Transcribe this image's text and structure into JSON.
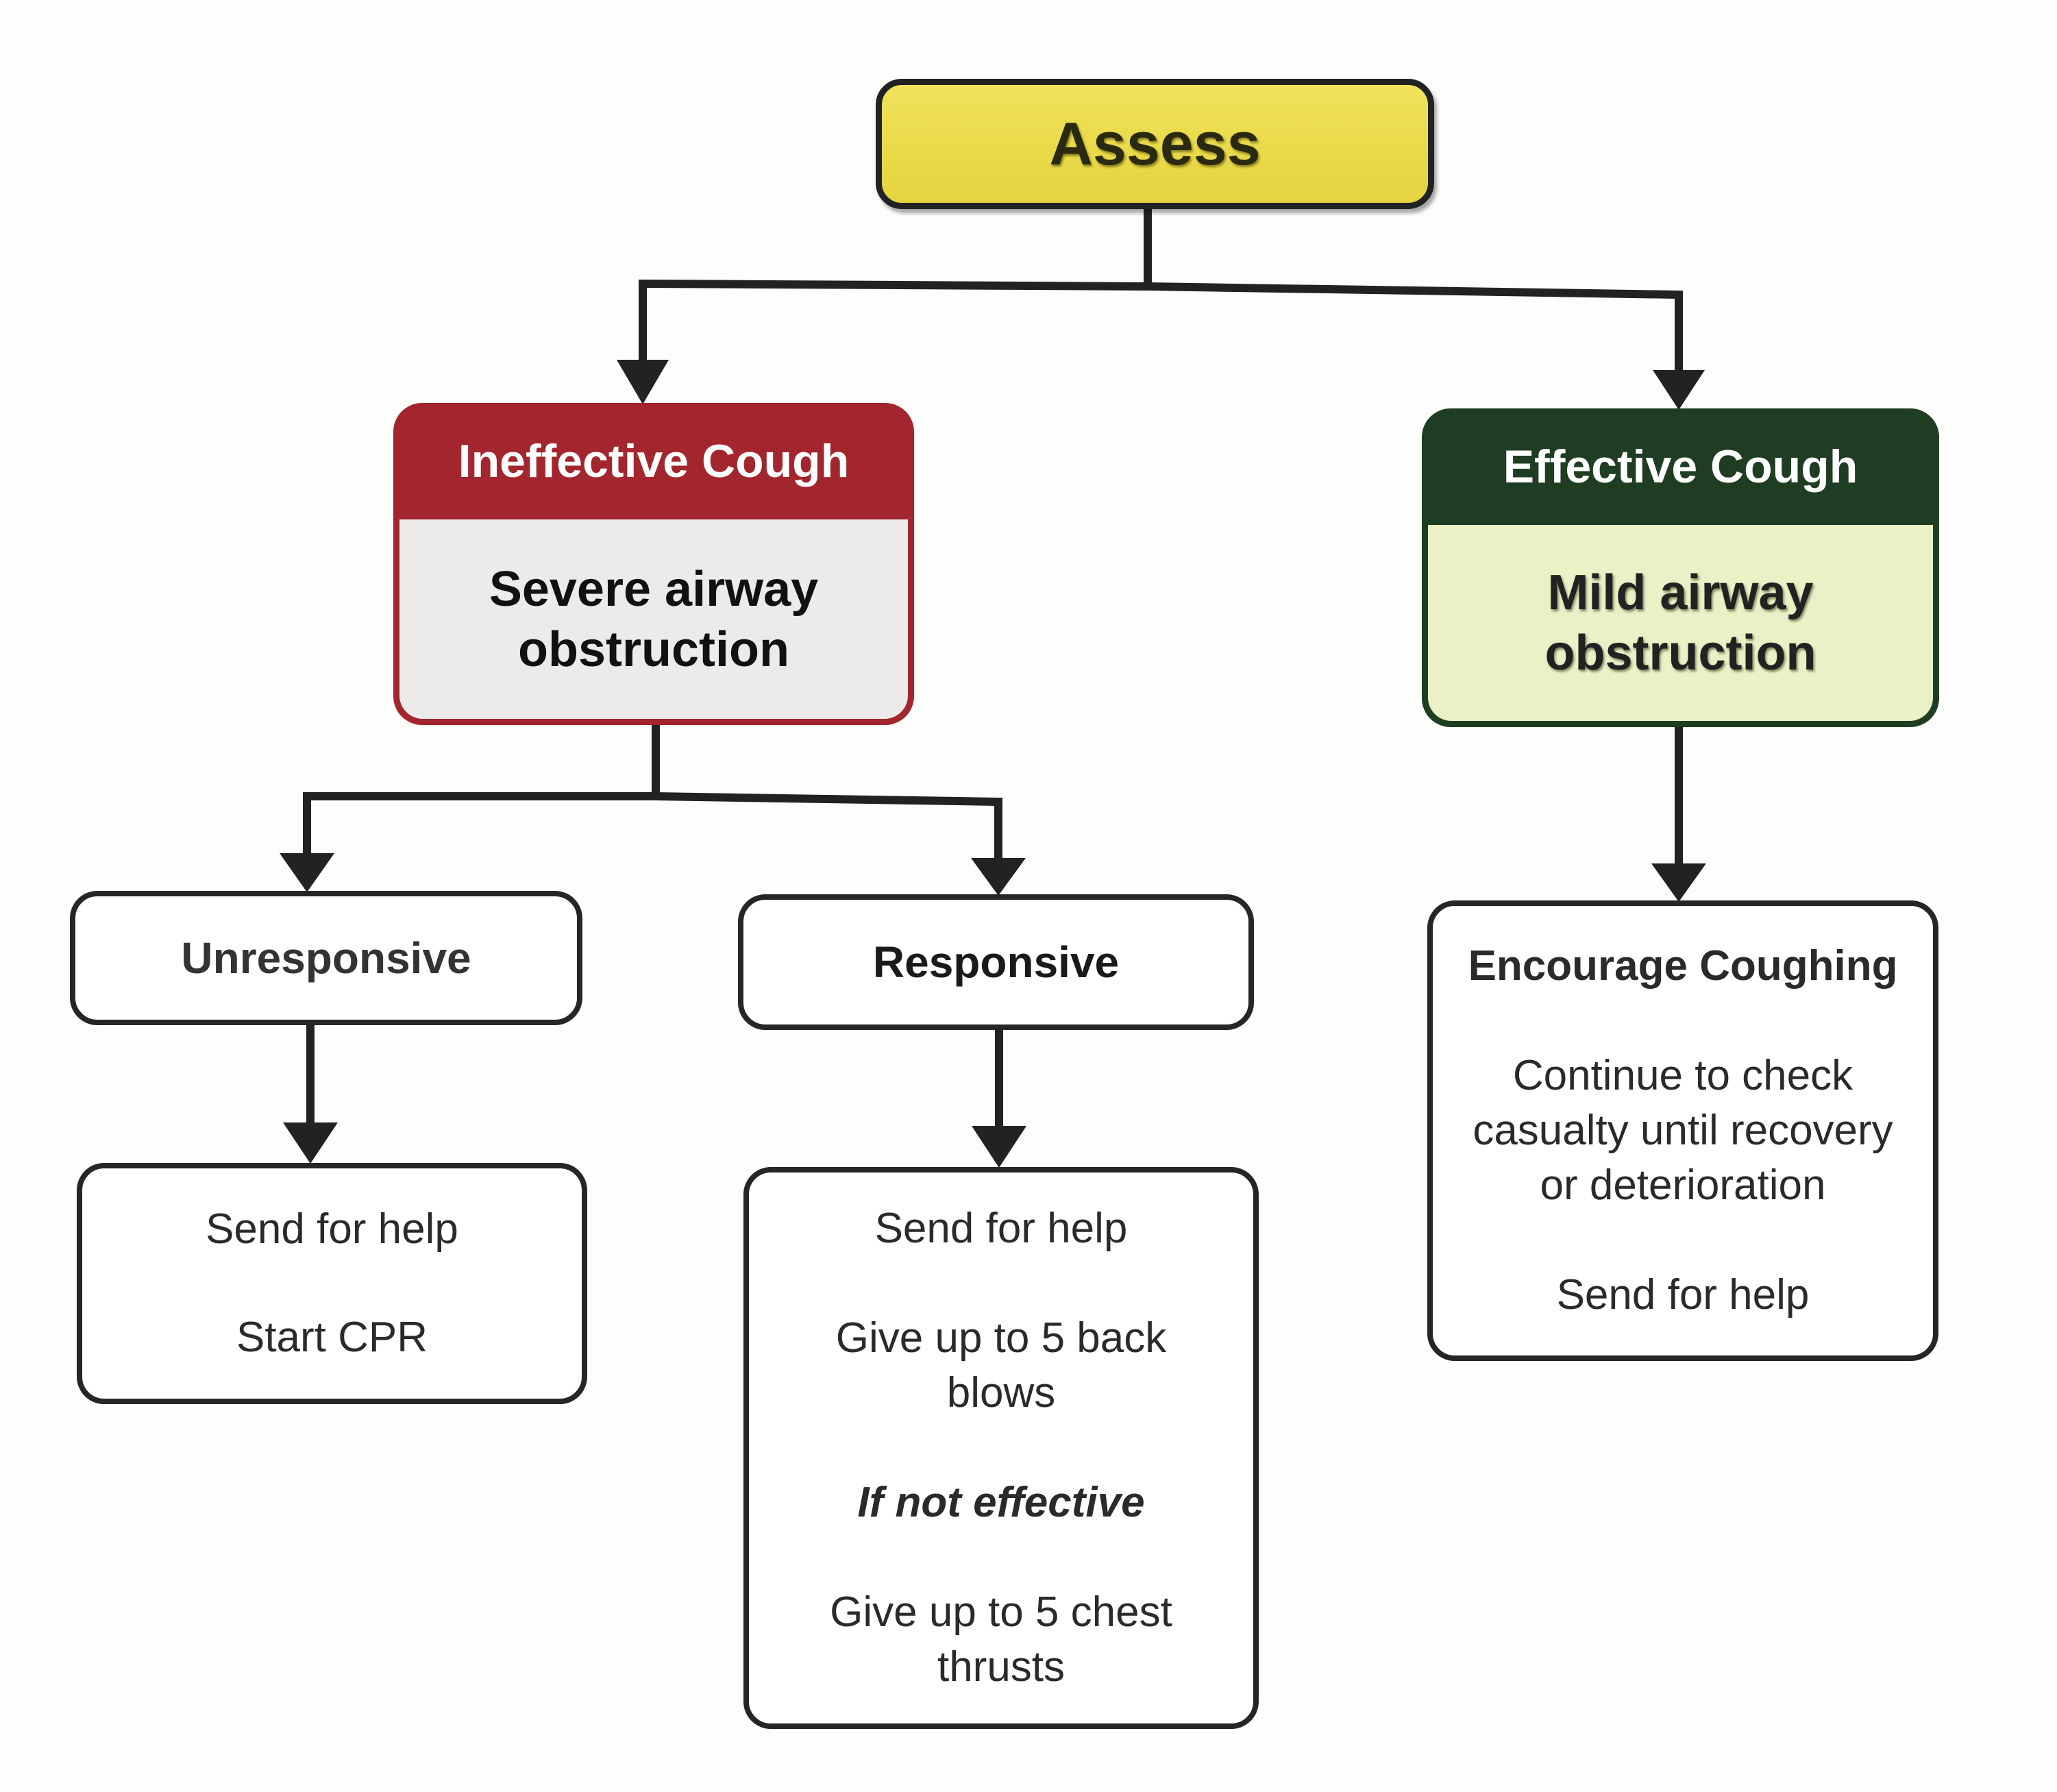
{
  "root": {
    "label": "Assess"
  },
  "branches": {
    "ineffective": {
      "title": "Ineffective Cough",
      "subtitle_line1": "Severe airway",
      "subtitle_line2": "obstruction",
      "header_color": "#a3262e",
      "unresponsive": {
        "label": "Unresponsive",
        "actions": [
          "Send for help",
          "Start CPR"
        ]
      },
      "responsive": {
        "label": "Responsive",
        "actions": {
          "step1": "Send for help",
          "step2_line1": "Give up to 5 back",
          "step2_line2": "blows",
          "condition": "If not effective",
          "step3_line1": "Give up to 5 chest",
          "step3_line2": "thrusts"
        }
      }
    },
    "effective": {
      "title": "Effective Cough",
      "subtitle_line1": "Mild airway",
      "subtitle_line2": "obstruction",
      "header_color": "#1f3d22",
      "actions": {
        "heading": "Encourage Coughing",
        "line1": "Continue to check",
        "line2": "casualty until recovery",
        "line3": "or deterioration",
        "final": "Send for help"
      }
    }
  }
}
